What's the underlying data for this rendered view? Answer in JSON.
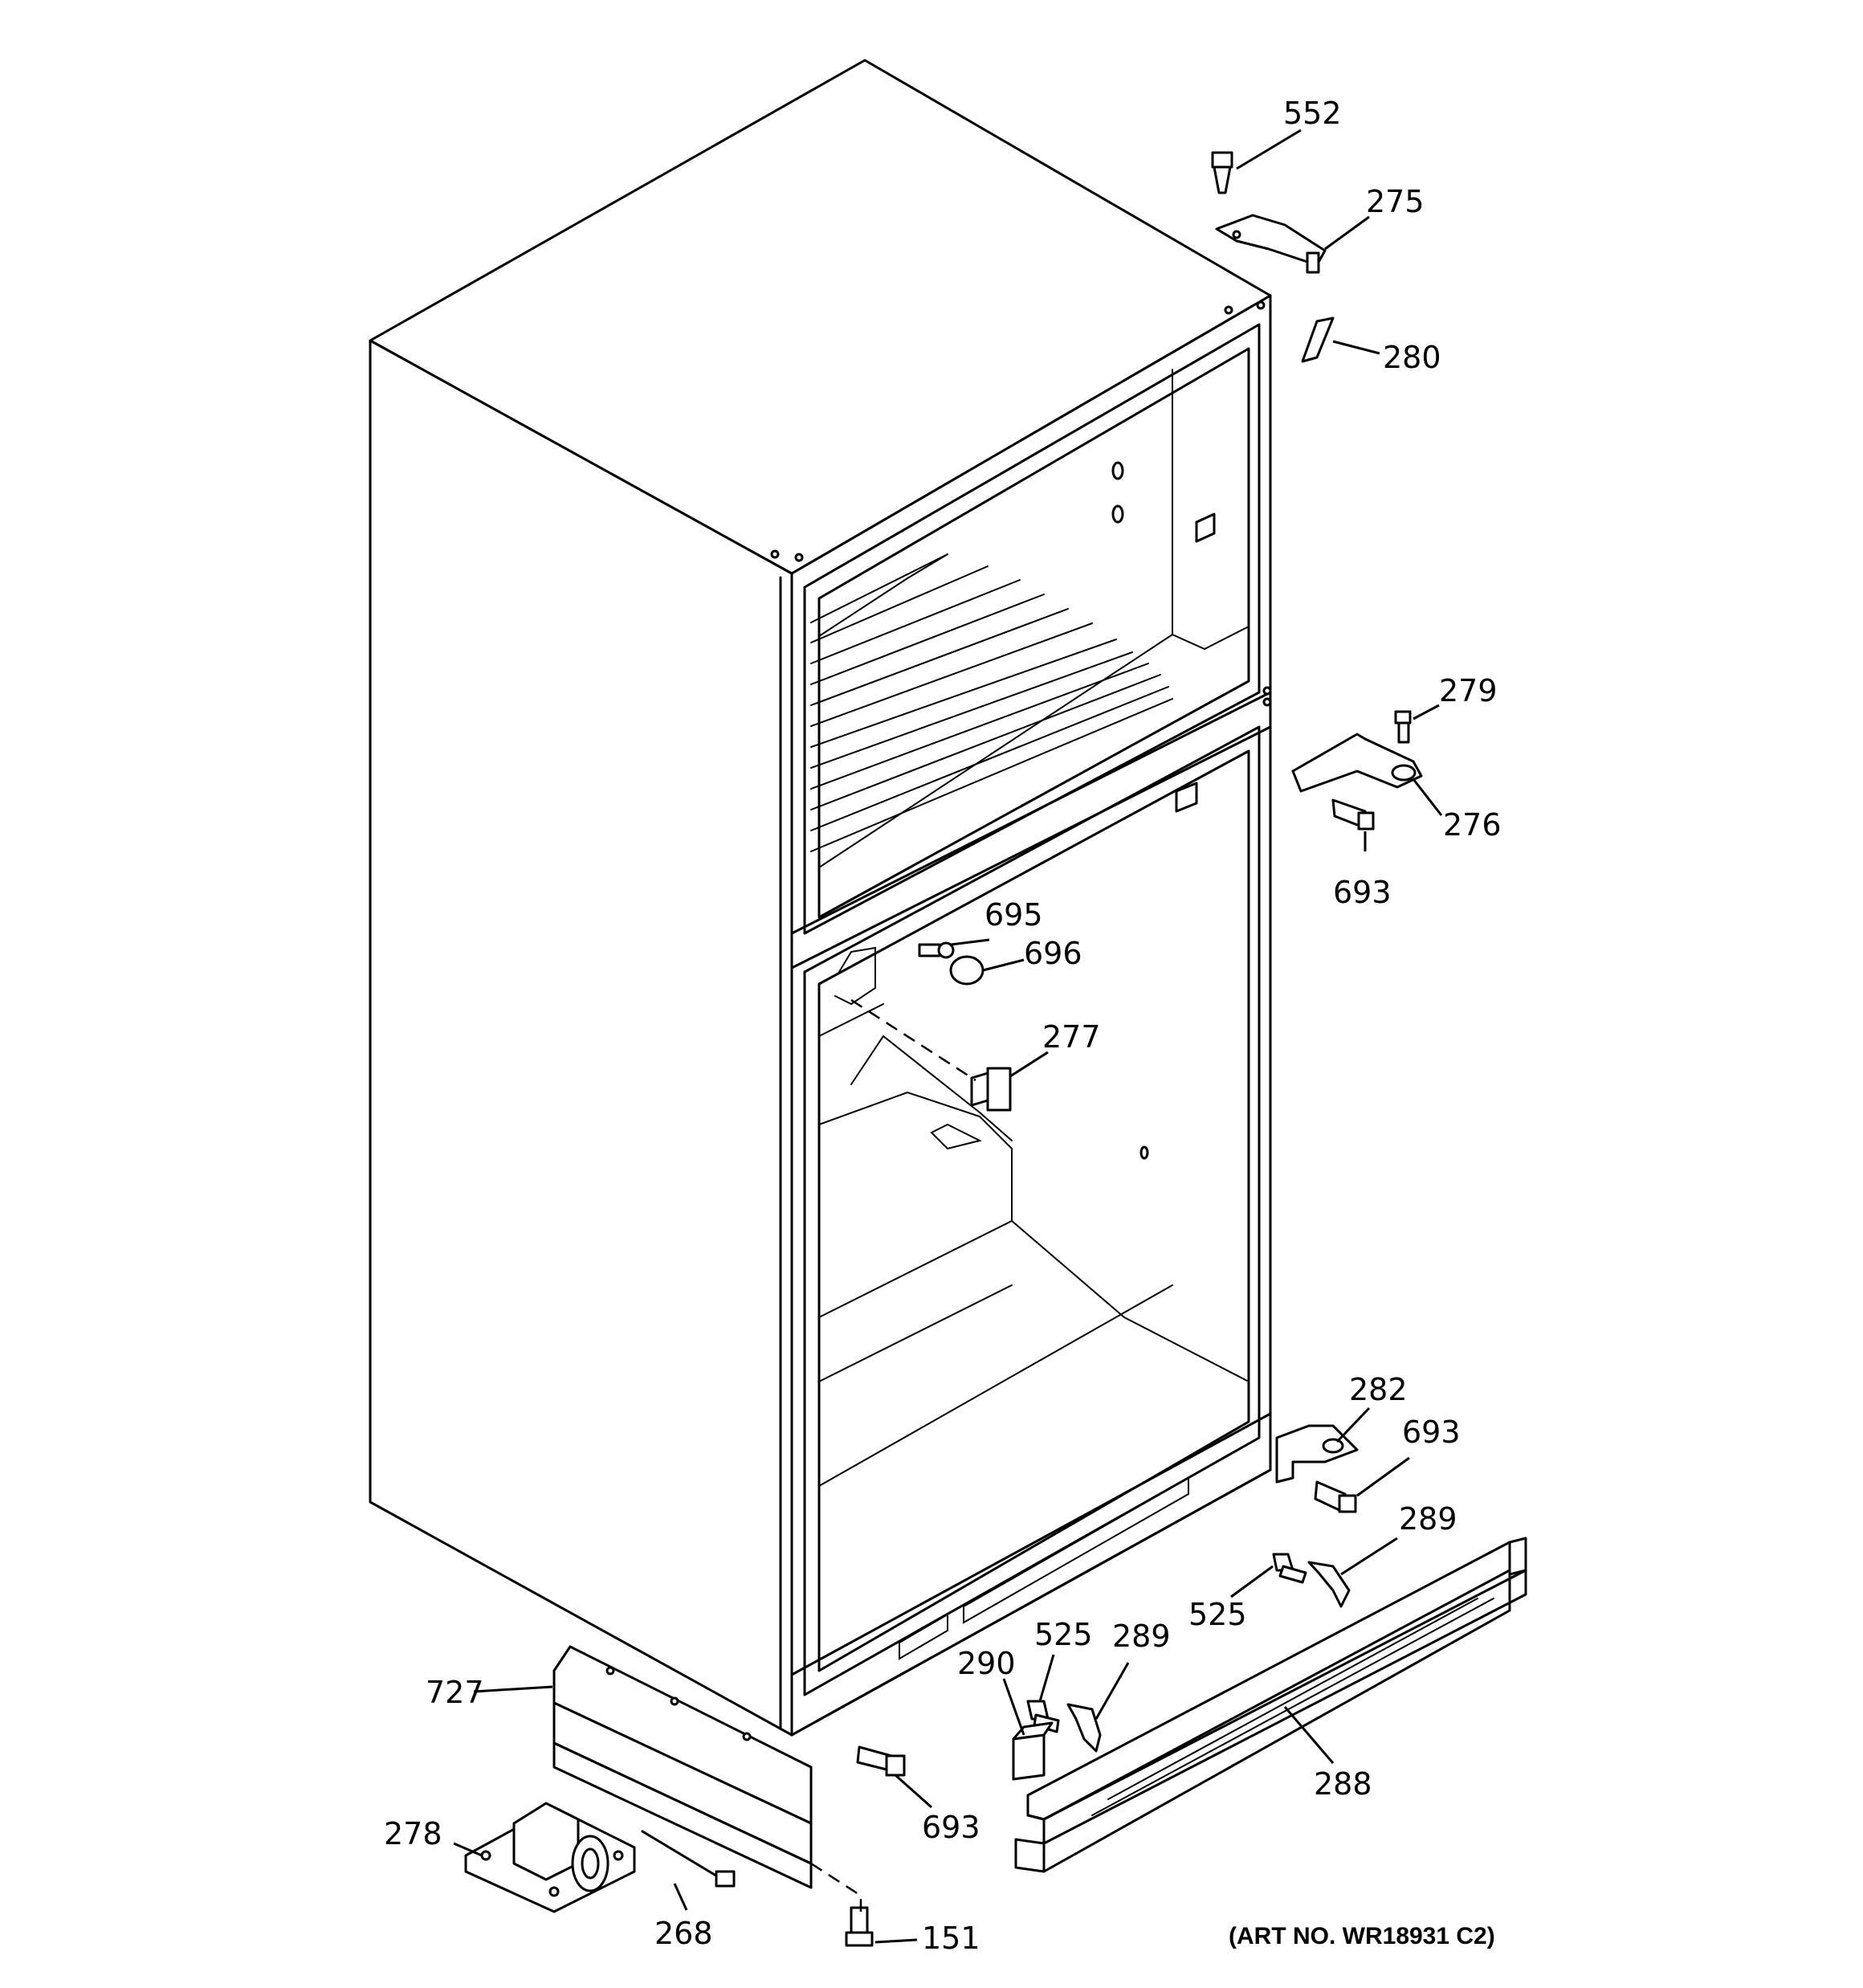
{
  "diagram": {
    "art_number": "(ART NO. WR18931 C2)",
    "callouts": {
      "c552": "552",
      "c275": "275",
      "c280": "280",
      "c279": "279",
      "c276": "276",
      "c693_upper": "693",
      "c695": "695",
      "c696": "696",
      "c277": "277",
      "c282": "282",
      "c693_mid": "693",
      "c289_right": "289",
      "c525_right": "525",
      "c525_left": "525",
      "c289_left": "289",
      "c290": "290",
      "c288": "288",
      "c727": "727",
      "c693_lower": "693",
      "c278": "278",
      "c268": "268",
      "c151": "151"
    }
  }
}
